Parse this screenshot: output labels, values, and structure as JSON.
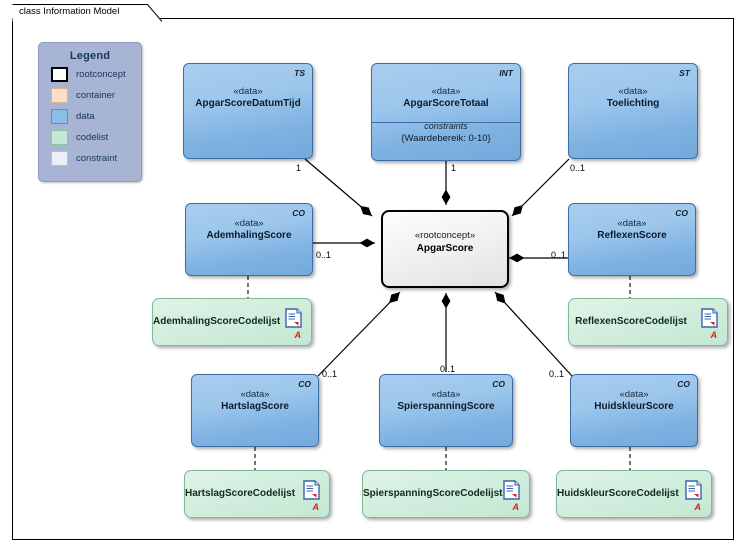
{
  "diagram": {
    "title": "class Information Model",
    "frame_color": "#000000"
  },
  "legend": {
    "title": "Legend",
    "items": [
      {
        "label": "rootconcept",
        "color": "#ffffff"
      },
      {
        "label": "container",
        "color": "#fae0c8"
      },
      {
        "label": "data",
        "color": "#8cbde8"
      },
      {
        "label": "codelist",
        "color": "#c4e8d4"
      },
      {
        "label": "constraint",
        "color": "#eceff8"
      }
    ]
  },
  "root": {
    "stereotype": "«rootconcept»",
    "name": "ApgarScore"
  },
  "classes": [
    {
      "stereotype": "«data»",
      "name": "ApgarScoreDatumTijd",
      "type_tag": "TS"
    },
    {
      "stereotype": "«data»",
      "name": "ApgarScoreTotaal",
      "type_tag": "INT",
      "constraints_label": "constraints",
      "constraints_value": "{Waardebereik: 0-10}"
    },
    {
      "stereotype": "«data»",
      "name": "Toelichting",
      "type_tag": "ST"
    },
    {
      "stereotype": "«data»",
      "name": "AdemhalingScore",
      "type_tag": "CO"
    },
    {
      "stereotype": "«data»",
      "name": "ReflexenScore",
      "type_tag": "CO"
    },
    {
      "stereotype": "«data»",
      "name": "HartslagScore",
      "type_tag": "CO"
    },
    {
      "stereotype": "«data»",
      "name": "SpierspanningScore",
      "type_tag": "CO"
    },
    {
      "stereotype": "«data»",
      "name": "HuidskleurScore",
      "type_tag": "CO"
    }
  ],
  "codelists": [
    {
      "name": "AdemhalingScoreCodelijst",
      "marker": "A"
    },
    {
      "name": "ReflexenScoreCodelijst",
      "marker": "A"
    },
    {
      "name": "HartslagScoreCodelijst",
      "marker": "A"
    },
    {
      "name": "SpierspanningScoreCodelijst",
      "marker": "A"
    },
    {
      "name": "HuidskleurScoreCodelijst",
      "marker": "A"
    }
  ],
  "multiplicities": {
    "datumtijd": "1",
    "totaal": "1",
    "toelichting": "0..1",
    "ademhaling": "0..1",
    "reflexen": "0..1",
    "hartslag": "0..1",
    "spierspanning": "0..1",
    "huidskleur": "0..1"
  }
}
